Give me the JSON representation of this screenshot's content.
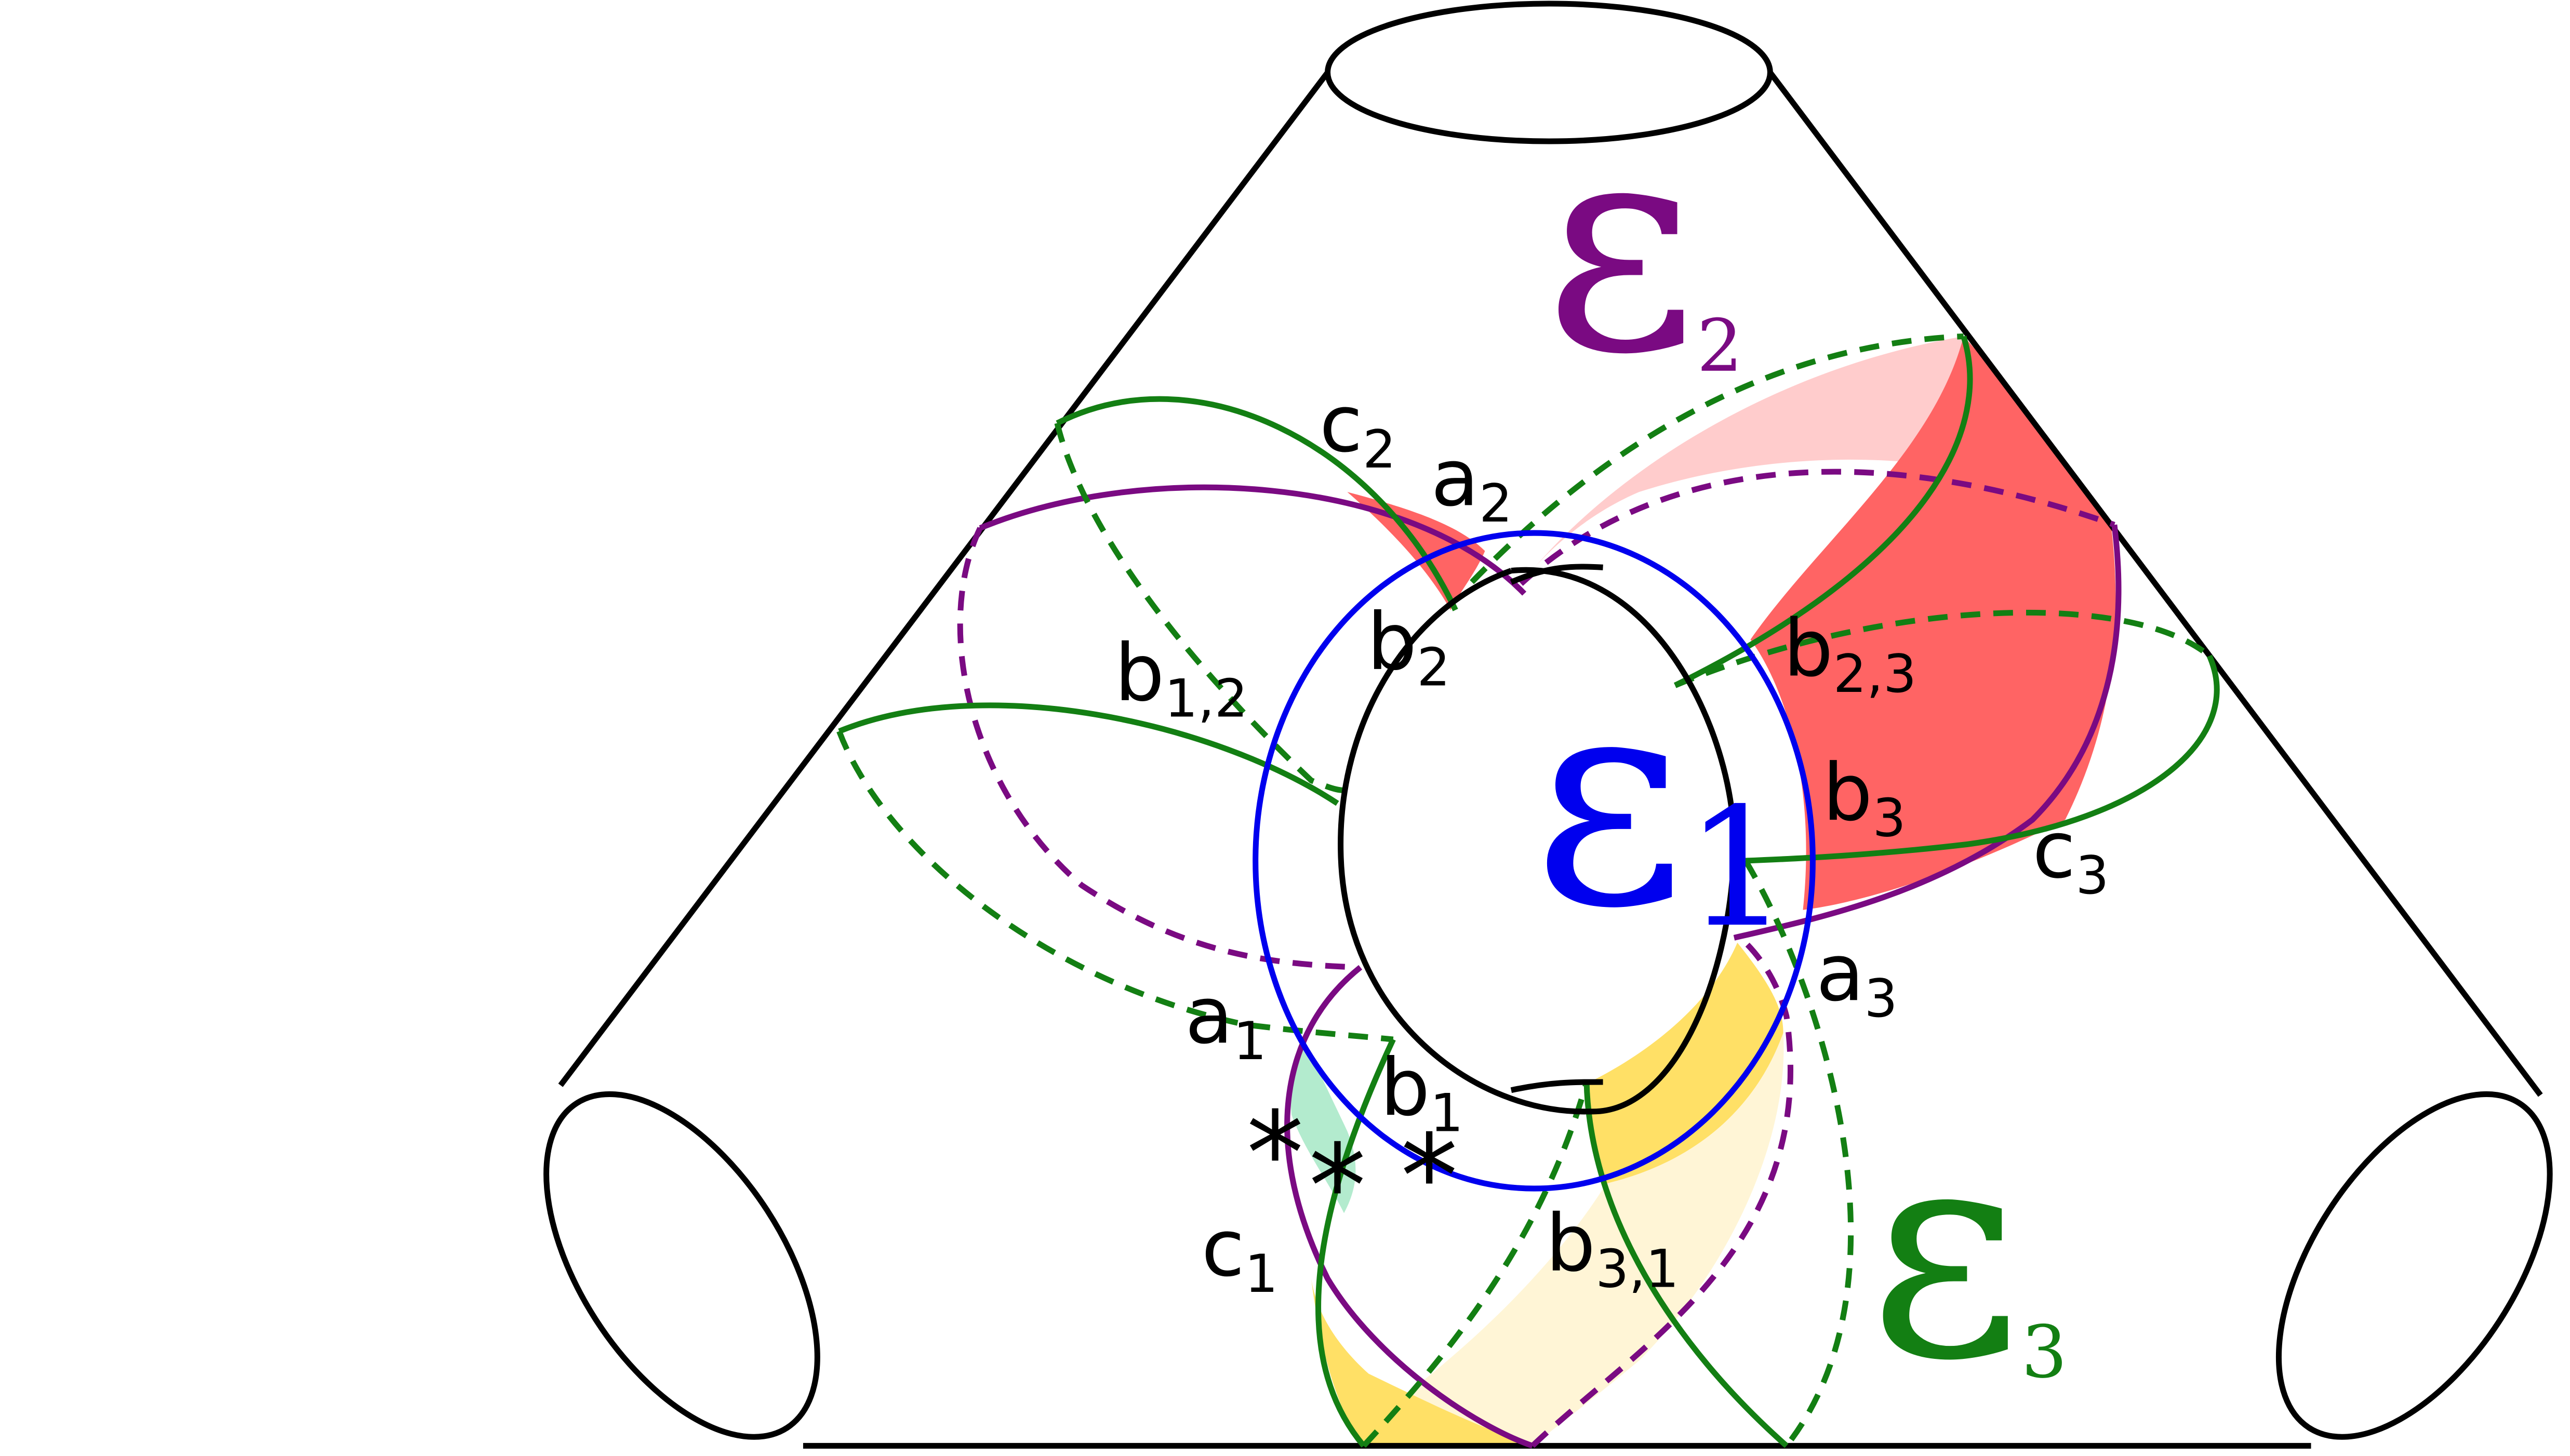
{
  "colors": {
    "outline": "#000000",
    "blue": "#0000ee",
    "purple": "#7a0a82",
    "green": "#137f13",
    "red_fill": "#ff6464",
    "pink_fill": "#ffcccc",
    "yellow_fill": "#ffe066",
    "cream_fill": "#fff5d6",
    "mint_fill": "#b3ebce"
  },
  "labels": {
    "eps1": {
      "sym": "ε",
      "sub": "1"
    },
    "eps2": {
      "sym": "ε",
      "sub": "2"
    },
    "eps3": {
      "sym": "ε",
      "sub": "3"
    },
    "c2": {
      "base": "c",
      "sub": "2"
    },
    "a2": {
      "base": "a",
      "sub": "2"
    },
    "b2": {
      "base": "b",
      "sub": "2"
    },
    "b12": {
      "base": "b",
      "sub": "1,2"
    },
    "b23": {
      "base": "b",
      "sub": "2,3"
    },
    "b3": {
      "base": "b",
      "sub": "3"
    },
    "c3": {
      "base": "c",
      "sub": "3"
    },
    "a3": {
      "base": "a",
      "sub": "3"
    },
    "a1": {
      "base": "a",
      "sub": "1"
    },
    "b1": {
      "base": "b",
      "sub": "1"
    },
    "c1": {
      "base": "c",
      "sub": "1"
    },
    "b31": {
      "base": "b",
      "sub": "3,1"
    }
  },
  "markers": {
    "star": "*"
  }
}
